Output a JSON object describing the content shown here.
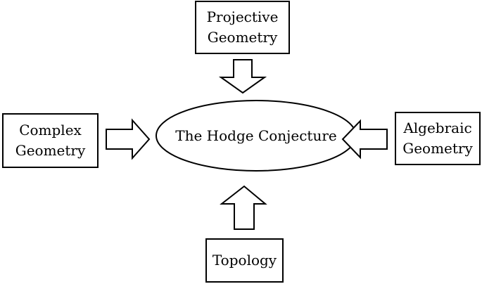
{
  "diagram": {
    "center": "The Hodge Conjecture",
    "nodes": {
      "top": {
        "line1": "Projective",
        "line2": "Geometry"
      },
      "left": {
        "line1": "Complex",
        "line2": "Geometry"
      },
      "right": {
        "line1": "Algebraic",
        "line2": "Geometry"
      },
      "bottom": {
        "line1": "Topology"
      }
    },
    "edges": [
      {
        "from": "top",
        "to": "center"
      },
      {
        "from": "left",
        "to": "center"
      },
      {
        "from": "right",
        "to": "center"
      },
      {
        "from": "bottom",
        "to": "center"
      }
    ]
  }
}
